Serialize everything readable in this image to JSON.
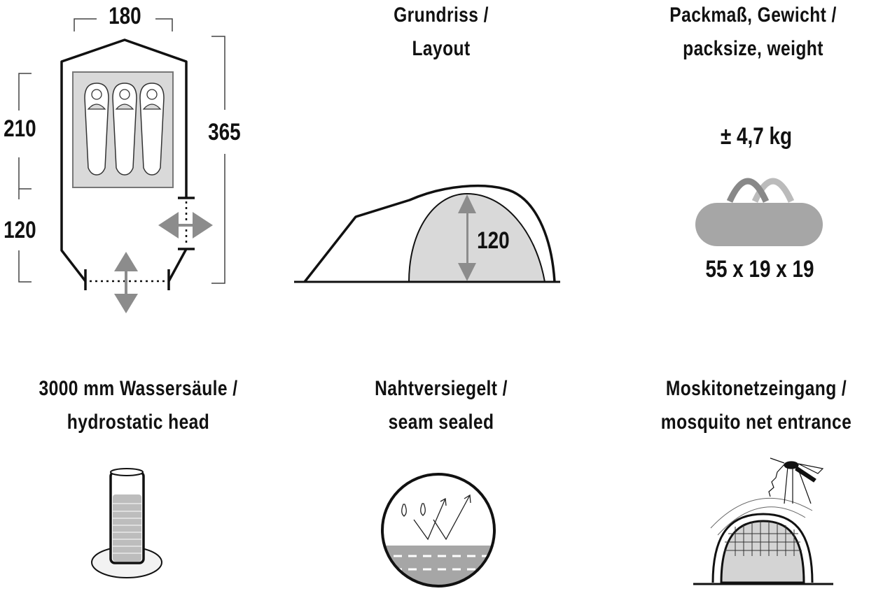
{
  "floorplan": {
    "width_label": "180",
    "inner_length_label": "210",
    "vestibule_length_label": "120",
    "total_length_label": "365",
    "sleeping_places": 3
  },
  "layout": {
    "title_line1": "Grundriss /",
    "title_line2": "Layout",
    "height_label": "120"
  },
  "pack": {
    "title_line1": "Packmaß, Gewicht /",
    "title_line2": "packsize, weight",
    "weight": "± 4,7 kg",
    "dimensions": "55 x 19 x 19"
  },
  "features": [
    {
      "line1": "3000 mm Wassersäule /",
      "line2": "hydrostatic head",
      "icon": "water-column-icon"
    },
    {
      "line1": "Nahtversiegelt /",
      "line2": "seam sealed",
      "icon": "seam-sealed-icon"
    },
    {
      "line1": "Moskitonetzeingang /",
      "line2": "mosquito net entrance",
      "icon": "mosquito-net-icon"
    }
  ],
  "colors": {
    "line": "#111111",
    "fill_light": "#d9d9d9",
    "fill_mid": "#a6a6a6",
    "arrow": "#8c8c8c"
  }
}
